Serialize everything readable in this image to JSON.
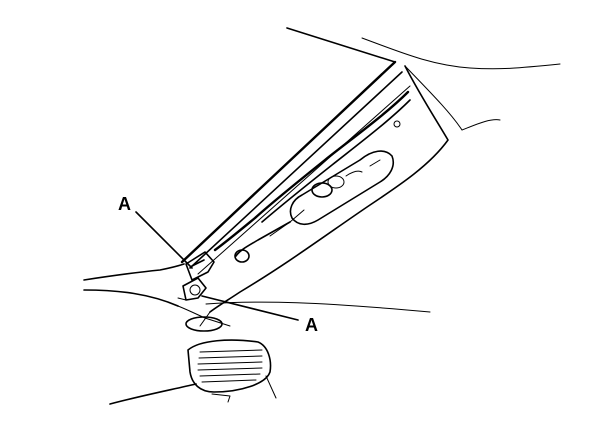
{
  "callouts": [
    {
      "id": "a-upper",
      "label": "A"
    },
    {
      "id": "a-lower",
      "label": "A"
    }
  ],
  "colors": {
    "line": "#000000",
    "background": "#ffffff"
  }
}
